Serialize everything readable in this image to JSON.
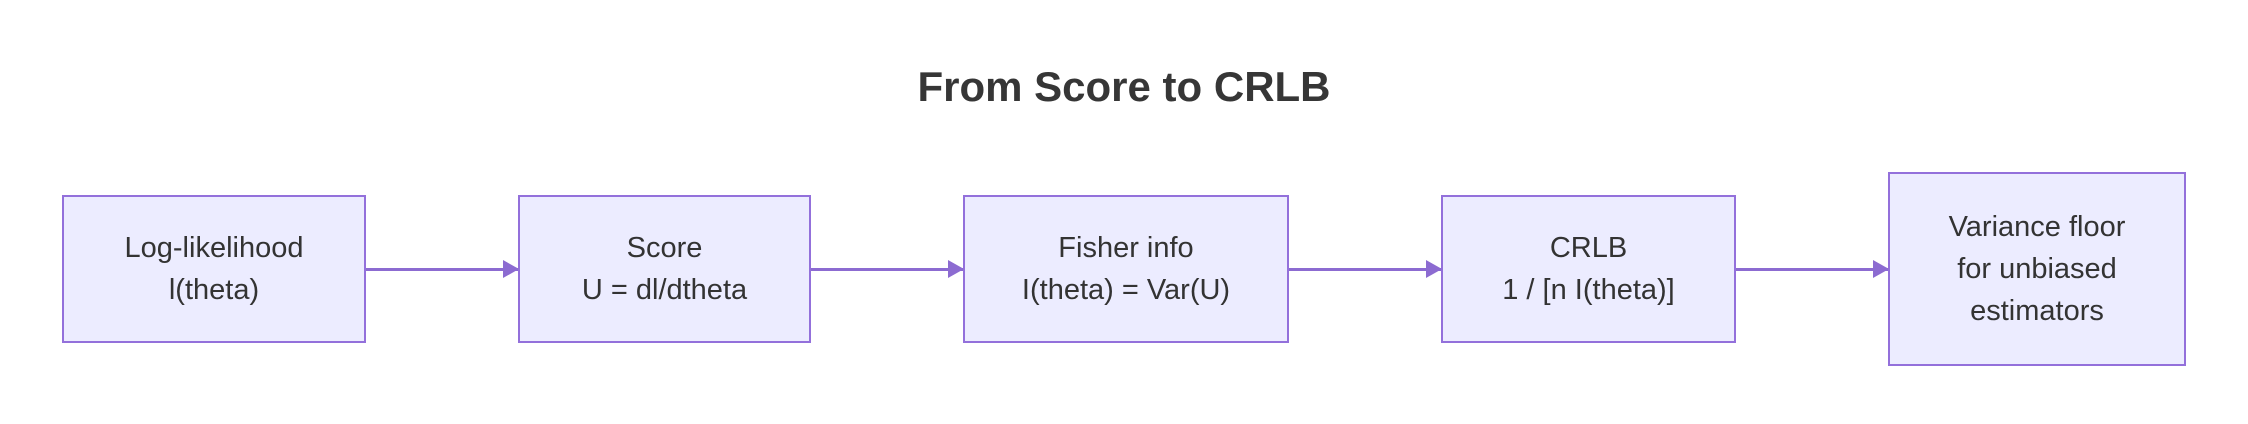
{
  "title": "From Score to CRLB",
  "diagram": {
    "type": "flowchart",
    "direction": "left-to-right",
    "nodes": [
      {
        "id": "log-likelihood",
        "label": "Log-likelihood\nl(theta)"
      },
      {
        "id": "score",
        "label": "Score\nU = dl/dtheta"
      },
      {
        "id": "fisher-info",
        "label": "Fisher info\nI(theta) = Var(U)"
      },
      {
        "id": "crlb",
        "label": "CRLB\n1 / [n I(theta)]"
      },
      {
        "id": "variance-floor",
        "label": "Variance floor\nfor unbiased\nestimators"
      }
    ],
    "edges": [
      {
        "from": "log-likelihood",
        "to": "score"
      },
      {
        "from": "score",
        "to": "fisher-info"
      },
      {
        "from": "fisher-info",
        "to": "crlb"
      },
      {
        "from": "crlb",
        "to": "variance-floor"
      }
    ],
    "colors": {
      "background": "#FFFFFF",
      "node_fill": "#ECECFF",
      "node_border": "#9370DB",
      "arrow": "#8C6BD1",
      "node_text": "#333333",
      "title_text": "#363636"
    }
  }
}
